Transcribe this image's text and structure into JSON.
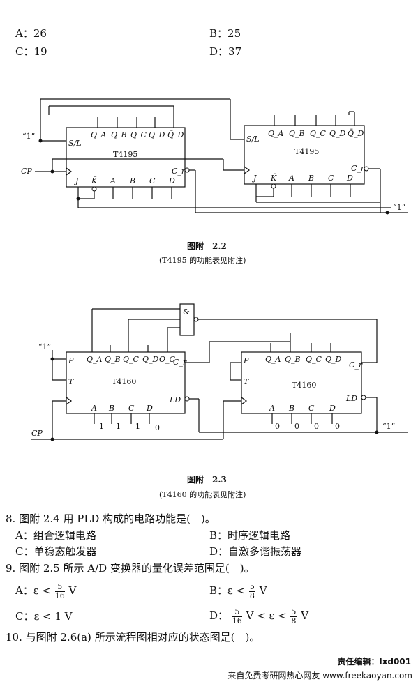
{
  "options_top": [
    {
      "label": "A",
      "value": "26"
    },
    {
      "label": "B",
      "value": "25"
    },
    {
      "label": "C",
      "value": "19"
    },
    {
      "label": "D",
      "value": "37"
    }
  ],
  "fig22": {
    "caption": "图附　2.2",
    "note": "(T4195 的功能表见附注)",
    "chip": "T4195",
    "const_label": "“1”",
    "clock_label": "CP",
    "pins_top": [
      "S/L",
      "Q_A",
      "Q_B",
      "Q_C",
      "Q_D",
      "Q̄_D"
    ],
    "pins_bottom": [
      "J",
      "K̄",
      "A",
      "B",
      "C",
      "D"
    ],
    "pin_cr": "C_r"
  },
  "fig23": {
    "caption": "图附　2.3",
    "note": "(T4160 的功能表见附注)",
    "chip": "T4160",
    "const_label": "“1”",
    "clock_label": "CP",
    "gate": "&",
    "pins_left": [
      "P",
      "T"
    ],
    "pins_top": [
      "Q_A",
      "Q_B",
      "Q_C",
      "Q_D",
      "O_C",
      "C_r"
    ],
    "pins_bottom": [
      "A",
      "B",
      "C",
      "D"
    ],
    "pin_ld": "LD",
    "inputs_left_chip": [
      "1",
      "1",
      "1",
      "0"
    ],
    "inputs_right_chip": [
      "0",
      "0",
      "0",
      "0"
    ]
  },
  "q8": {
    "stem": "8. 图附 2.4 用 PLD 构成的电路功能是(　)。",
    "A": "A：组合逻辑电路",
    "B": "B：时序逻辑电路",
    "C": "C：单稳态触发器",
    "D": "D：自激多谐振荡器"
  },
  "q9": {
    "stem": "9. 图附 2.5 所示 A/D 变换器的量化误差范围是(　)。",
    "A_prefix": "A：ε <",
    "A_num": "5",
    "A_den": "16",
    "A_unit": "V",
    "B_prefix": "B：ε <",
    "B_num": "5",
    "B_den": "8",
    "B_unit": "V",
    "C": "C：ε < 1 V",
    "D_prefix": "D：",
    "D_num1": "5",
    "D_den1": "16",
    "D_mid": "V < ε <",
    "D_num2": "5",
    "D_den2": "8",
    "D_unit": "V"
  },
  "q10": {
    "stem": "10. 与图附 2.6(a) 所示流程图相对应的状态图是(　)。"
  },
  "editor": "责任编辑：lxd001",
  "footer": "来自免费考研网热心网友 www.freekaoyan.com"
}
